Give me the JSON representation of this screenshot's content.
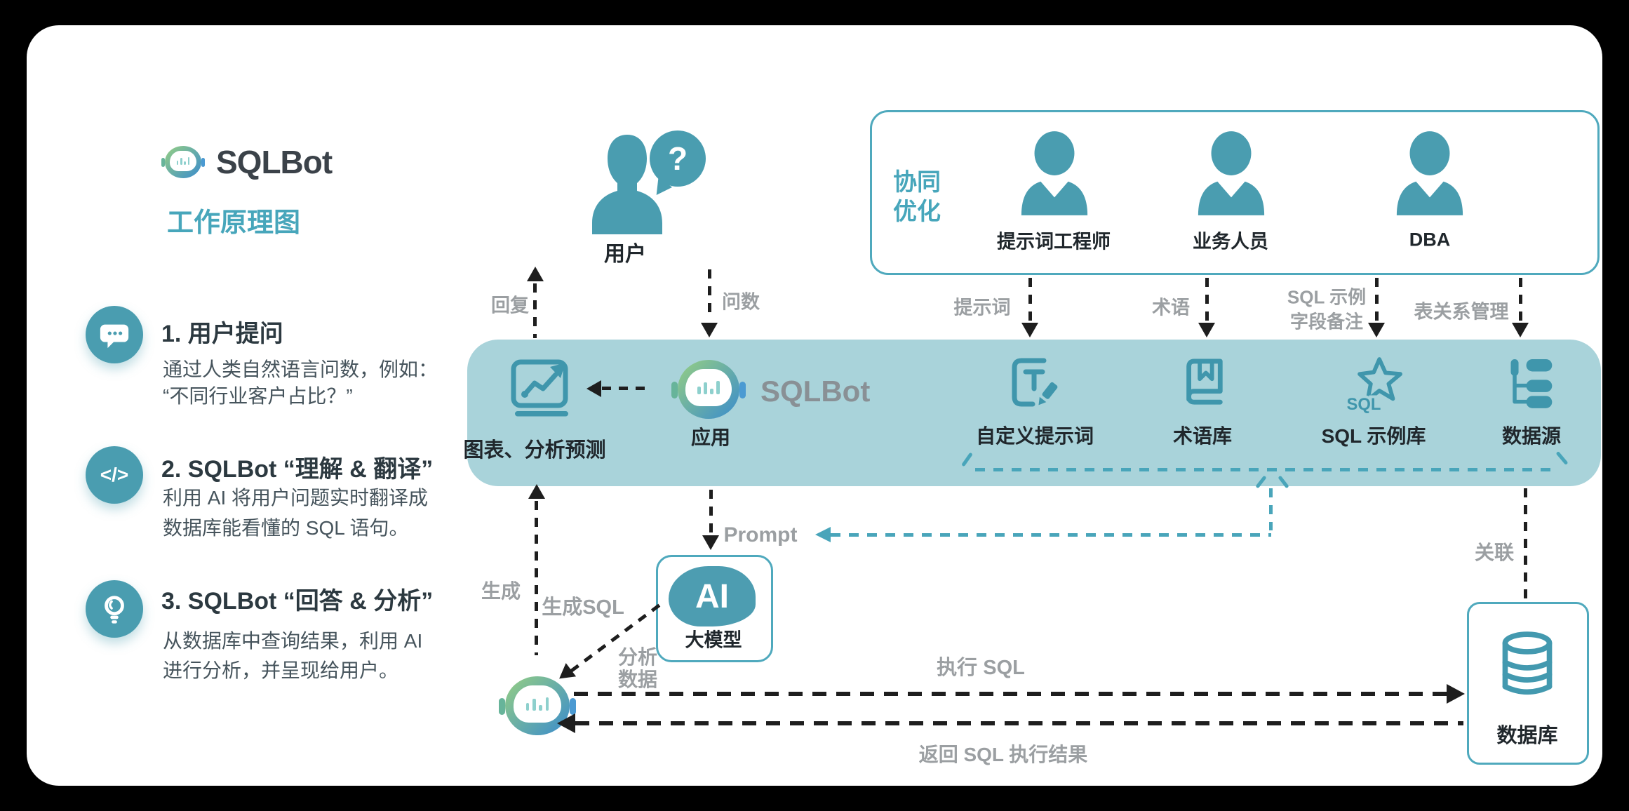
{
  "brand": {
    "name": "SQLBot",
    "subtitle": "工作原理图"
  },
  "steps": [
    {
      "icon": "chat-icon",
      "title": "1. 用户提问",
      "line1": "通过人类自然语言问数，例如：",
      "line2": "“不同行业客户占比？”"
    },
    {
      "icon": "code-icon",
      "icon_glyph": "</>",
      "title": "2. SQLBot “理解 & 翻译”",
      "line1": "利用 AI 将用户问题实时翻译成",
      "line2": "数据库能看懂的 SQL 语句。"
    },
    {
      "icon": "bulb-icon",
      "title": "3. SQLBot “回答 & 分析”",
      "line1": "从数据库中查询结果，利用 AI",
      "line2": "进行分析，并呈现给用户。"
    }
  ],
  "user": {
    "label": "用户",
    "bubble": "?"
  },
  "user_arrows": {
    "reply": "回复",
    "ask": "问数"
  },
  "collab": {
    "title_line1": "协同",
    "title_line2": "优化",
    "roles": [
      "提示词工程师",
      "业务人员",
      "DBA"
    ],
    "arrow1": "提示词",
    "arrow2": "术语",
    "arrow3_line1": "SQL 示例",
    "arrow3_line2": "字段备注",
    "arrow4": "表关系管理"
  },
  "band": {
    "chart_label": "图表、分析预测",
    "app_brand": "SQLBot",
    "app_label": "应用",
    "items": [
      "自定义提示词",
      "术语库",
      "SQL 示例库",
      "数据源"
    ],
    "sql_badge": "SQL"
  },
  "mid": {
    "prompt": "Prompt",
    "generate": "生成",
    "generate_sql": "生成SQL",
    "analyze_line1": "分析",
    "analyze_line2": "数据"
  },
  "ai": {
    "badge": "AI",
    "label": "大模型"
  },
  "bottom": {
    "execute": "执行 SQL",
    "return_result": "返回 SQL 执行结果",
    "relate": "关联"
  },
  "db": {
    "label": "数据库"
  },
  "colors": {
    "teal": "#4a9db0",
    "teal_stroke": "#3f96ac",
    "band_bg": "#a9d3da",
    "border_teal": "#4fa9bd",
    "gray_label": "#9b9fa2",
    "dark_label": "#20272c",
    "dash_black": "#1e1e1e",
    "dash_teal": "#49a5ba"
  }
}
